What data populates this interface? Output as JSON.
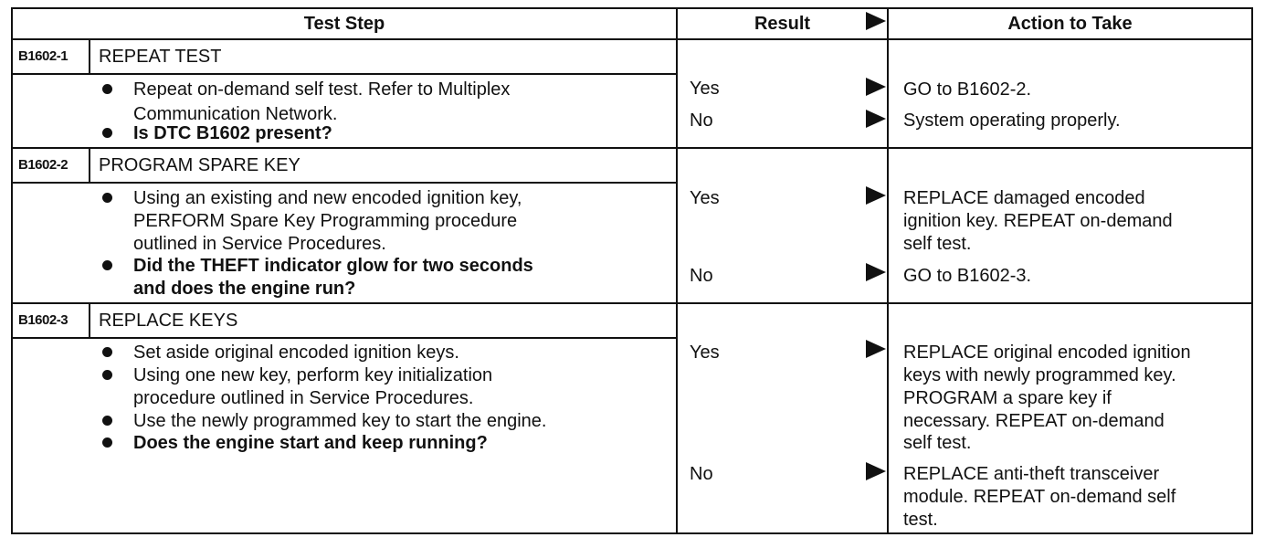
{
  "header": {
    "test_step": "Test Step",
    "result": "Result",
    "action": "Action to Take"
  },
  "steps": [
    {
      "id": "B1602-1",
      "title": "REPEAT TEST",
      "bullets": [
        [
          "Repeat on-demand self test.  Refer to Multiplex",
          "Communication Network."
        ],
        [
          "Is DTC B1602 present?"
        ]
      ],
      "results": [
        {
          "label": "Yes",
          "action": [
            "GO to B1602-2."
          ]
        },
        {
          "label": "No",
          "action": [
            "System operating properly."
          ]
        }
      ]
    },
    {
      "id": "B1602-2",
      "title": "PROGRAM SPARE KEY",
      "bullets": [
        [
          "Using an existing and new encoded ignition key,",
          "PERFORM Spare Key Programming procedure",
          "outlined in Service Procedures."
        ],
        [
          "Did the THEFT indicator glow for two seconds",
          "and does the engine run?"
        ]
      ],
      "results": [
        {
          "label": "Yes",
          "action": [
            "REPLACE damaged encoded",
            "ignition key. REPEAT on-demand",
            "self test."
          ]
        },
        {
          "label": "No",
          "action": [
            "GO to B1602-3."
          ]
        }
      ]
    },
    {
      "id": "B1602-3",
      "title": "REPLACE KEYS",
      "bullets": [
        [
          "Set aside original encoded ignition keys."
        ],
        [
          "Using one new key, perform key initialization",
          "procedure outlined in Service Procedures."
        ],
        [
          "Use the newly programmed key to start the engine."
        ],
        [
          "Does the engine start and keep running?"
        ]
      ],
      "results": [
        {
          "label": "Yes",
          "action": [
            "REPLACE original encoded ignition",
            "keys with newly programmed key.",
            "PROGRAM a spare key if",
            "necessary. REPEAT on-demand",
            "self test."
          ]
        },
        {
          "label": "No",
          "action": [
            "REPLACE anti-theft transceiver",
            "module. REPEAT on-demand self",
            "test."
          ]
        }
      ]
    }
  ]
}
